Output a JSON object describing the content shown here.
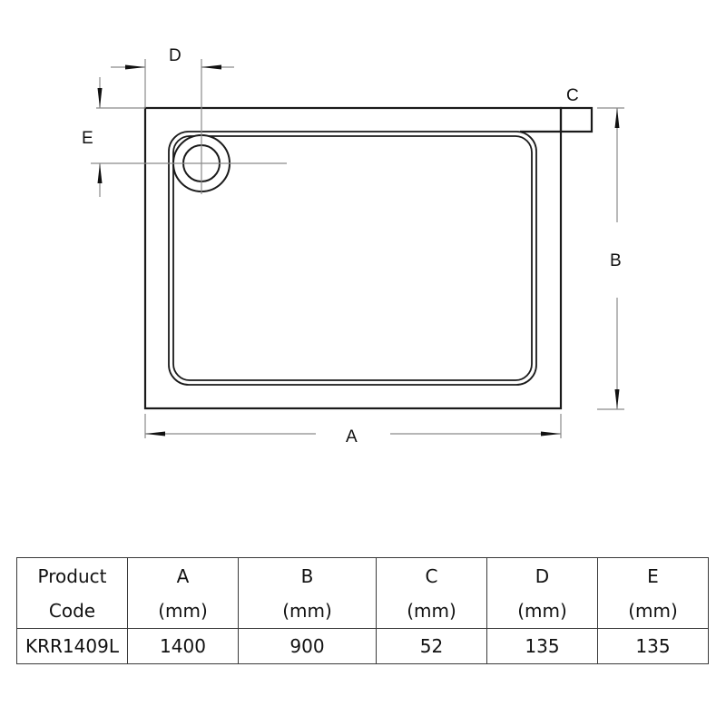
{
  "drawing": {
    "title": "Rectangular shower tray dimension diagram",
    "labels": {
      "A": "A",
      "B": "B",
      "C": "C",
      "D": "D",
      "E": "E"
    },
    "line_color": "#1a1a1a",
    "dimension_line_color": "#8a8a8a"
  },
  "table": {
    "headers": [
      {
        "line1": "Product",
        "line2": "Code"
      },
      {
        "line1": "A",
        "line2": "(mm)"
      },
      {
        "line1": "B",
        "line2": "(mm)"
      },
      {
        "line1": "C",
        "line2": "(mm)"
      },
      {
        "line1": "D",
        "line2": "(mm)"
      },
      {
        "line1": "E",
        "line2": "(mm)"
      }
    ],
    "rows": [
      {
        "product_code": "KRR1409L",
        "a": "1400",
        "b": "900",
        "c": "52",
        "d": "135",
        "e": "135"
      }
    ]
  }
}
